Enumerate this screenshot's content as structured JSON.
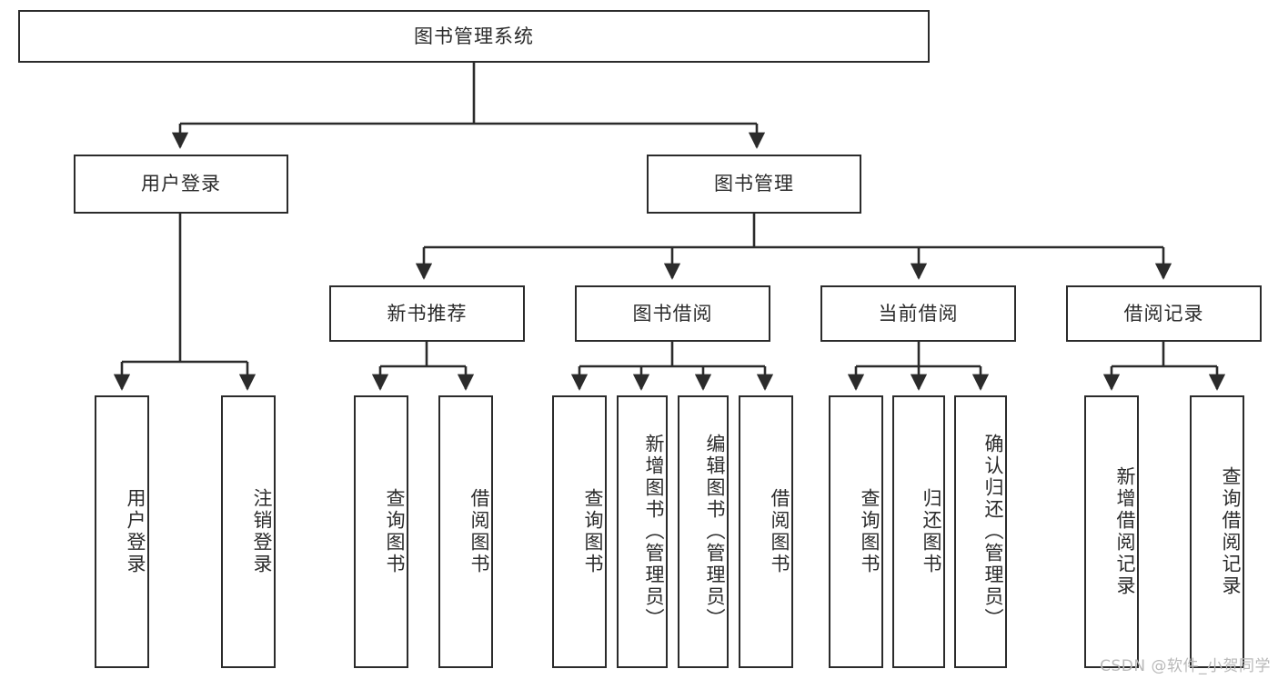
{
  "diagram": {
    "title": "图书管理系统",
    "type": "tree-structure-chart",
    "root": {
      "label": "图书管理系统"
    },
    "level2": [
      {
        "label": "用户登录"
      },
      {
        "label": "图书管理"
      }
    ],
    "level3": [
      {
        "label": "新书推荐"
      },
      {
        "label": "图书借阅"
      },
      {
        "label": "当前借阅"
      },
      {
        "label": "借阅记录"
      }
    ],
    "leaves": {
      "user_login": [
        {
          "label": "用户登录"
        },
        {
          "label": "注销登录"
        }
      ],
      "new_book_recommend": [
        {
          "label": "查询图书"
        },
        {
          "label": "借阅图书"
        }
      ],
      "book_borrow": [
        {
          "label": "查询图书"
        },
        {
          "label": "新增图书（管理员）"
        },
        {
          "label": "编辑图书（管理员）"
        },
        {
          "label": "借阅图书"
        }
      ],
      "current_borrow": [
        {
          "label": "查询图书"
        },
        {
          "label": "归还图书"
        },
        {
          "label": "确认归还（管理员）"
        }
      ],
      "borrow_record": [
        {
          "label": "新增借阅记录"
        },
        {
          "label": "查询借阅记录"
        }
      ]
    }
  },
  "watermark": {
    "text": "CSDN @软件_小贺同学"
  },
  "colors": {
    "stroke": "#2b2b2b",
    "background": "#ffffff",
    "text": "#2b2b2b",
    "watermark": "#b9b9b9"
  }
}
